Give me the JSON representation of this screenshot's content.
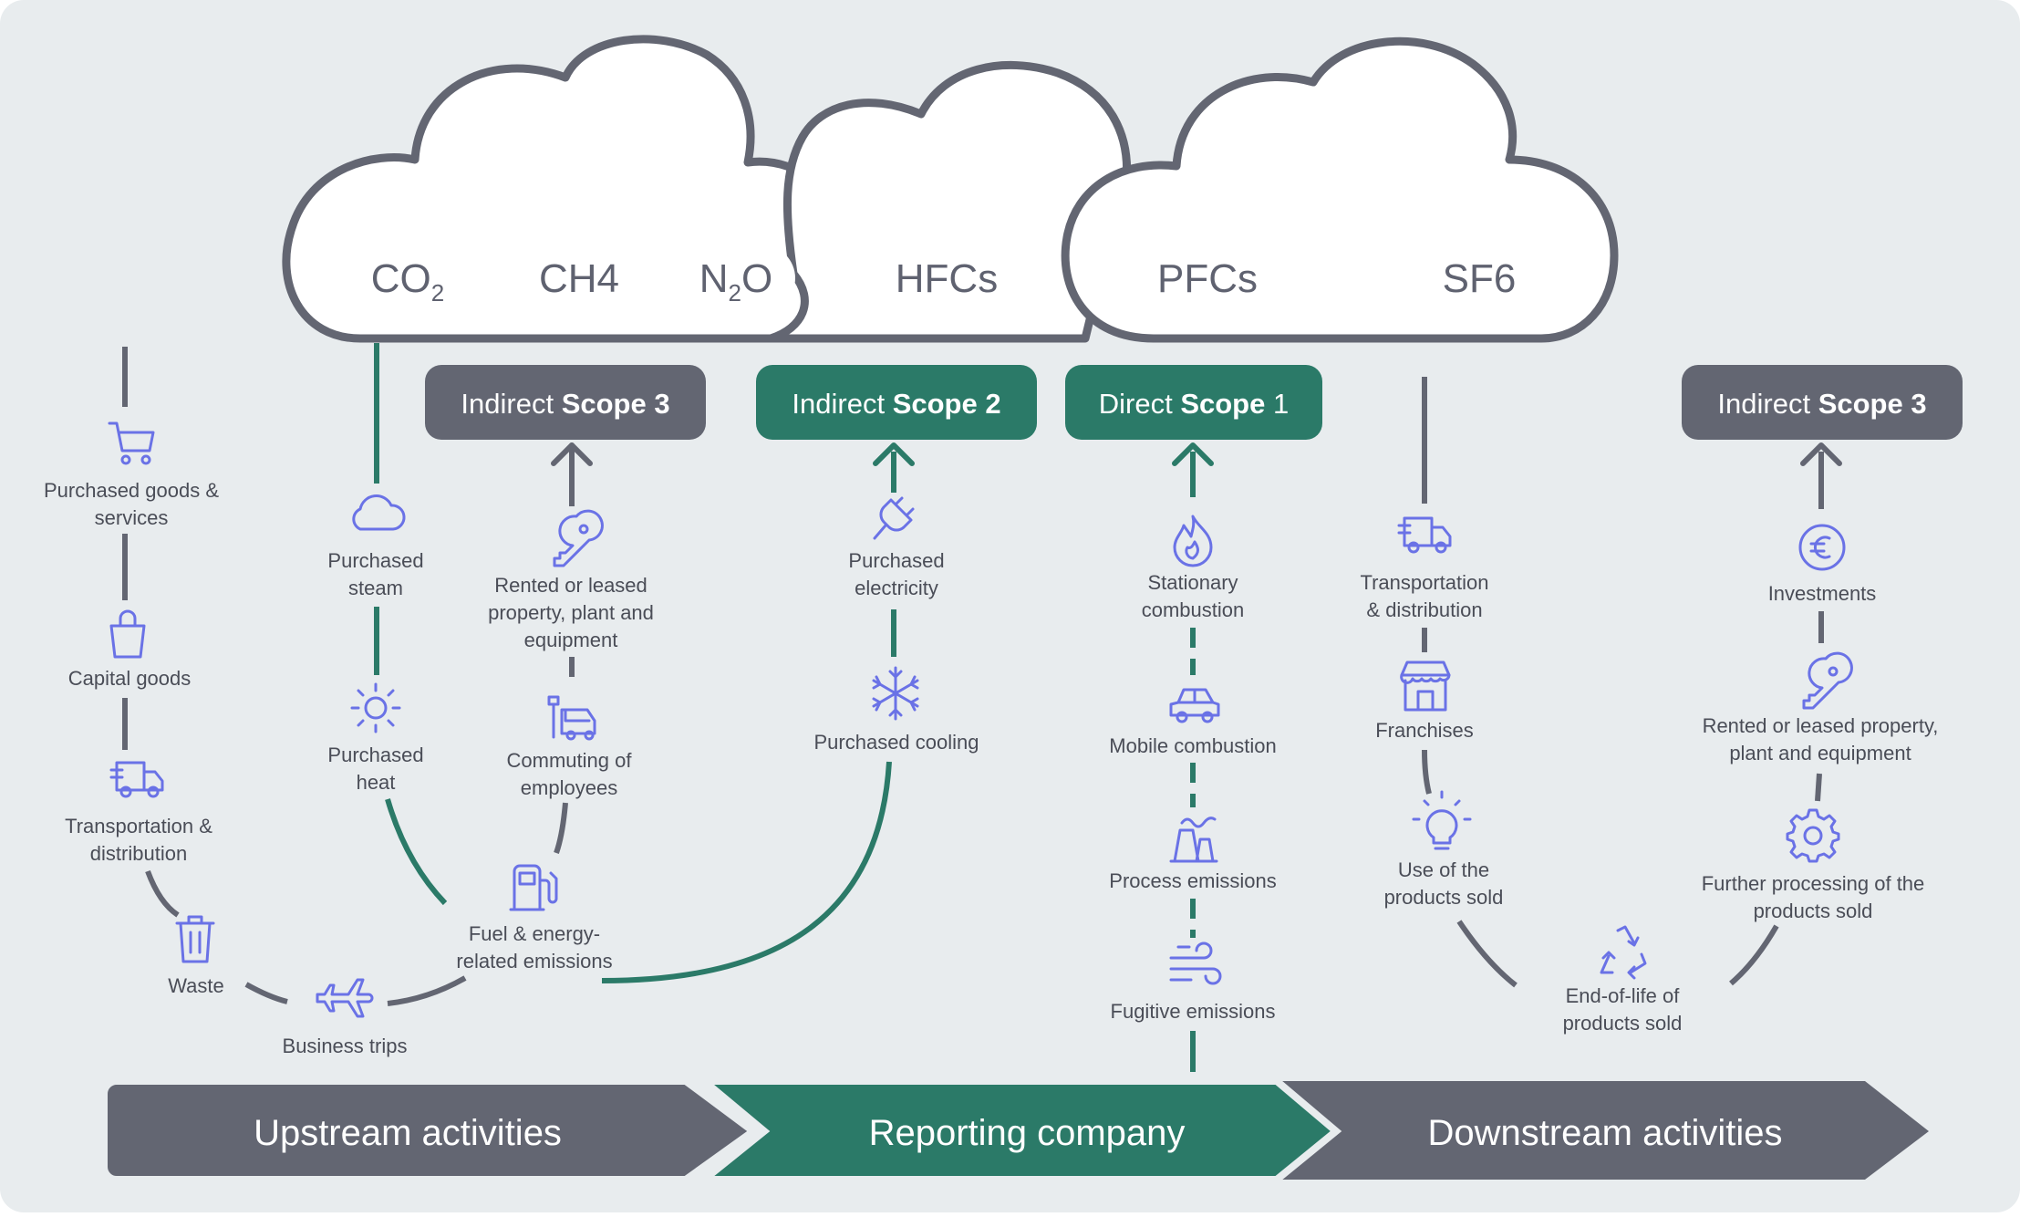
{
  "gases": {
    "co2": {
      "main": "CO",
      "sub": "2"
    },
    "ch4": "CH4",
    "n2o": {
      "pre": "N",
      "sub": "2",
      "post": "O"
    },
    "hfcs": "HFCs",
    "pfcs": "PFCs",
    "sf6": "SF6"
  },
  "scopes": {
    "left_scope3": {
      "prefix": "Indirect",
      "strong": "Scope 3"
    },
    "scope2": {
      "prefix": "Indirect",
      "strong": "Scope 2"
    },
    "scope1": {
      "prefix": "Direct",
      "strong": "Scope",
      "suffix": "1"
    },
    "right_scope3": {
      "prefix": "Indirect",
      "strong": "Scope 3"
    }
  },
  "upstream": {
    "purchased_goods": [
      "Purchased goods &",
      "services"
    ],
    "capital_goods": "Capital goods",
    "transportation": [
      "Transportation &",
      "distribution"
    ],
    "waste": "Waste",
    "business_trips": "Business trips",
    "purchased_steam": [
      "Purchased",
      "steam"
    ],
    "purchased_heat": [
      "Purchased",
      "heat"
    ],
    "rented": [
      "Rented or leased",
      "property, plant and",
      "equipment"
    ],
    "commuting": [
      "Commuting of",
      "employees"
    ],
    "fuel": [
      "Fuel & energy-",
      "related emissions"
    ]
  },
  "scope2_items": {
    "electricity": [
      "Purchased",
      "electricity"
    ],
    "cooling": "Purchased cooling"
  },
  "scope1_items": {
    "stationary": [
      "Stationary",
      "combustion"
    ],
    "mobile": "Mobile combustion",
    "process": "Process emissions",
    "fugitive": "Fugitive emissions"
  },
  "downstream": {
    "transportation": [
      "Transportation",
      "& distribution"
    ],
    "franchises": "Franchises",
    "use_of_products": [
      "Use of the",
      "products sold"
    ],
    "end_of_life": [
      "End-of-life of",
      "products sold"
    ],
    "investments": "Investments",
    "rented": [
      "Rented or leased property,",
      "plant and equipment"
    ],
    "further_processing": [
      "Further processing of the",
      "products sold"
    ]
  },
  "bands": {
    "upstream": "Upstream activities",
    "reporting": "Reporting company",
    "downstream": "Downstream activities"
  },
  "colors": {
    "background": "#e8ecee",
    "slate": "#636672",
    "green": "#2b7a68",
    "icon": "#6a72e6",
    "text": "#4a4d57"
  },
  "icons": [
    "cart-icon",
    "bag-icon",
    "truck-icon",
    "trash-icon",
    "airplane-icon",
    "cloud-icon",
    "sun-icon",
    "key-icon",
    "ev-charger-icon",
    "fuel-pump-icon",
    "plug-icon",
    "snowflake-icon",
    "flame-icon",
    "car-icon",
    "factory-icon",
    "wind-icon",
    "store-icon",
    "lightbulb-icon",
    "recycle-icon",
    "euro-icon",
    "gear-icon"
  ]
}
